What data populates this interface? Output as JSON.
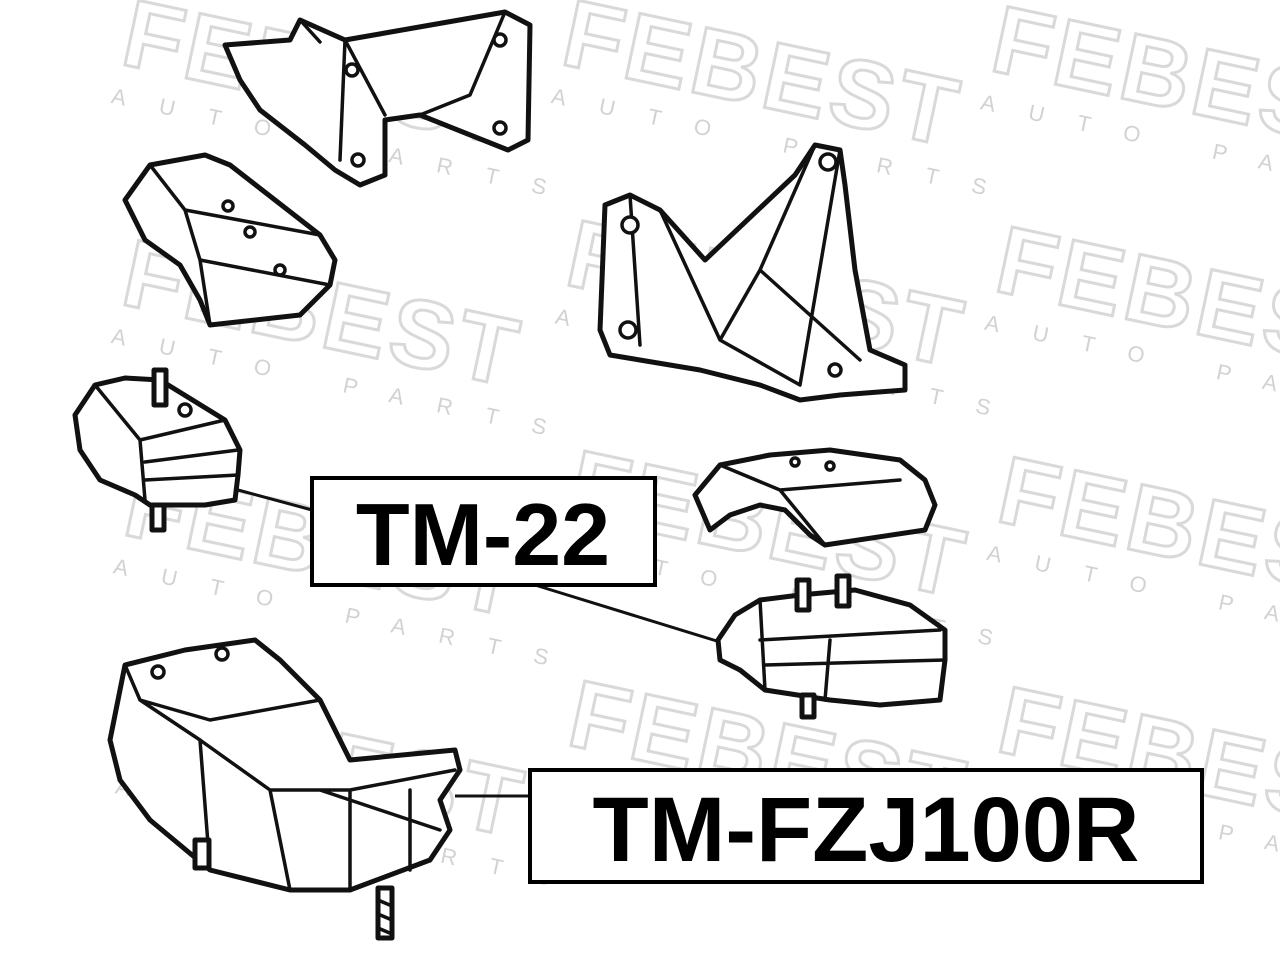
{
  "watermark": {
    "brand": "FEBEST",
    "subtitle": "AUTO PARTS"
  },
  "labels": {
    "tm22": "TM-22",
    "tmfzj100r": "TM-FZJ100R"
  },
  "colors": {
    "line": "#111111",
    "watermark": "#d9d9d9",
    "background": "#ffffff"
  }
}
